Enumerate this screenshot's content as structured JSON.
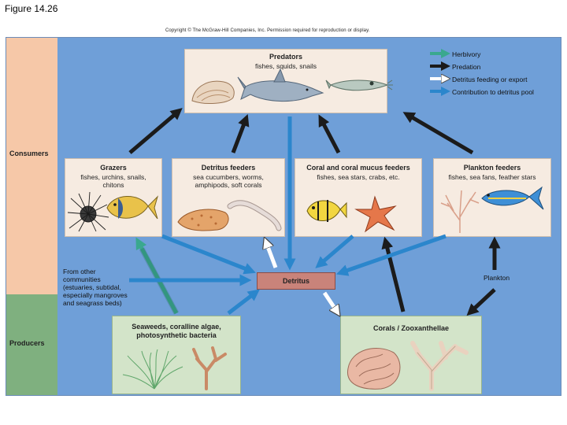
{
  "figure_label": "Figure 14.26",
  "copyright": "Copyright © The McGraw-Hill Companies, Inc. Permission required for reproduction or display.",
  "bands": {
    "consumers": "Consumers",
    "producers": "Producers"
  },
  "predators": {
    "title": "Predators",
    "subtitle": "fishes, squids, snails"
  },
  "grazers": {
    "title": "Grazers",
    "subtitle": [
      "fishes, urchins, snails,",
      "chitons"
    ]
  },
  "detritus_feeders": {
    "title": "Detritus feeders",
    "subtitle": [
      "sea cucumbers, worms,",
      "amphipods, soft corals"
    ]
  },
  "coral_feeders": {
    "title": "Coral and coral mucus feeders",
    "subtitle": "fishes, sea stars, crabs, etc."
  },
  "plankton_feeders": {
    "title": "Plankton feeders",
    "subtitle": "fishes, sea fans, feather stars"
  },
  "detritus": "Detritus",
  "seaweeds": {
    "title": [
      "Seaweeds, coralline algae,",
      "photosynthetic bacteria"
    ]
  },
  "corals": {
    "title": "Corals / Zooxanthellae"
  },
  "other_communities": "From other\ncommunities\n(estuaries, subtidal,\nespecially mangroves\nand seagrass beds)",
  "plankton": "Plankton",
  "legend": [
    {
      "label": "Herbivory",
      "color": "#3aa88f"
    },
    {
      "label": "Predation",
      "color": "#1b1b1b"
    },
    {
      "label": "Detritus feeding or export",
      "color": "#ffffff"
    },
    {
      "label": "Contribution to detritus pool",
      "color": "#2b86cc"
    }
  ]
}
